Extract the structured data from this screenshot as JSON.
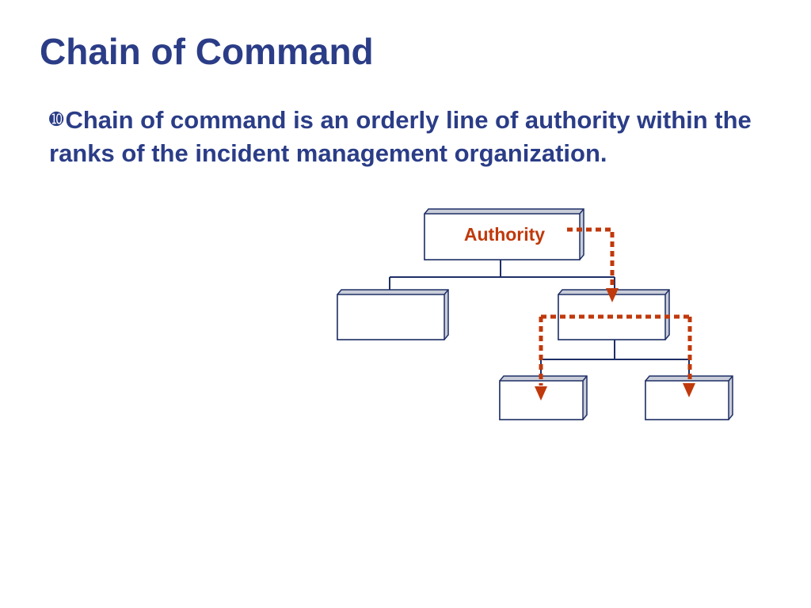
{
  "slide": {
    "title": "Chain of Command",
    "bullet_glyph": "➓",
    "bullet_text": "Chain of command is an orderly line of authority within the ranks of the incident management organization."
  },
  "diagram": {
    "top_box_label": "Authority",
    "colors": {
      "box_fill": "#ffffff",
      "box_shadow": "#c9cdd8",
      "box_border": "#1f2f66",
      "connector": "#1f2f66",
      "authority_label": "#c0390b",
      "flow_arrow": "#c0390b",
      "title": "#2b3d87"
    }
  }
}
